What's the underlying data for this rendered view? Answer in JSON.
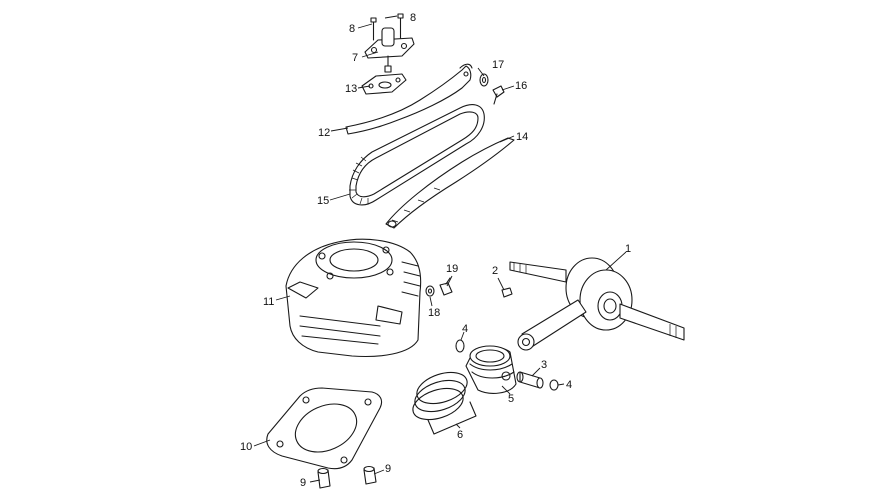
{
  "diagram": {
    "callouts": [
      {
        "id": "c1",
        "text": "1"
      },
      {
        "id": "c2",
        "text": "2"
      },
      {
        "id": "c3",
        "text": "3"
      },
      {
        "id": "c4a",
        "text": "4"
      },
      {
        "id": "c4b",
        "text": "4"
      },
      {
        "id": "c5",
        "text": "5"
      },
      {
        "id": "c6",
        "text": "6"
      },
      {
        "id": "c7",
        "text": "7"
      },
      {
        "id": "c8a",
        "text": "8"
      },
      {
        "id": "c8b",
        "text": "8"
      },
      {
        "id": "c9a",
        "text": "9"
      },
      {
        "id": "c9b",
        "text": "9"
      },
      {
        "id": "c10",
        "text": "10"
      },
      {
        "id": "c11",
        "text": "11"
      },
      {
        "id": "c12",
        "text": "12"
      },
      {
        "id": "c13",
        "text": "13"
      },
      {
        "id": "c14",
        "text": "14"
      },
      {
        "id": "c15",
        "text": "15"
      },
      {
        "id": "c16",
        "text": "16"
      },
      {
        "id": "c17",
        "text": "17"
      },
      {
        "id": "c18",
        "text": "18"
      },
      {
        "id": "c19",
        "text": "19"
      }
    ],
    "colors": {
      "ink": "#1a1a1a",
      "background": "#ffffff"
    }
  }
}
